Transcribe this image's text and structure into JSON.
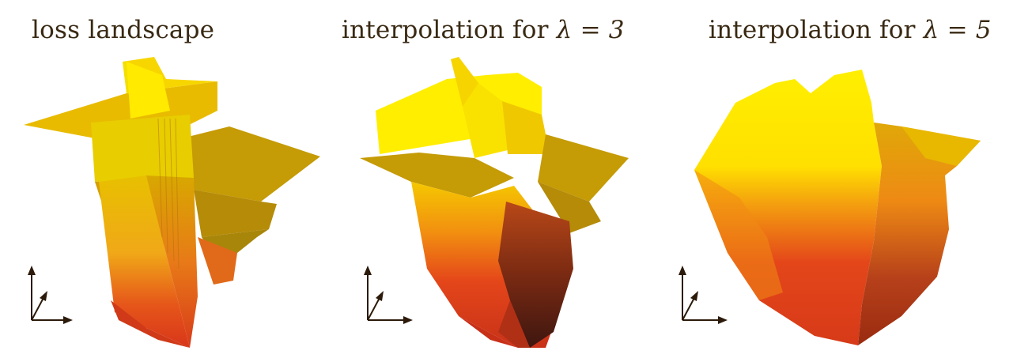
{
  "figure": {
    "panels": [
      {
        "title": "loss landscape",
        "title_math": ""
      },
      {
        "title": "interpolation for ",
        "title_math": "λ = 3"
      },
      {
        "title": "interpolation for ",
        "title_math": "λ = 5"
      }
    ],
    "colors": {
      "yellow": "#ffef00",
      "gold": "#e0b300",
      "olive": "#a8860a",
      "orange": "#f39a10",
      "red": "#e0401a",
      "dark_red": "#9a2b10",
      "darkest": "#4a1a10",
      "axis": "#2c1a0a",
      "text": "#3a2a14"
    }
  }
}
